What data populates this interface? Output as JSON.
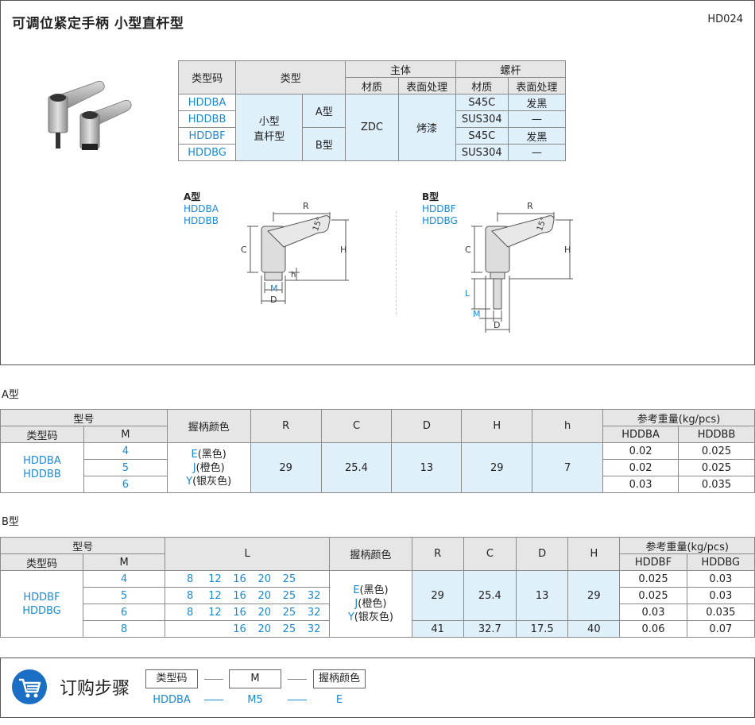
{
  "header": {
    "title": "可调位紧定手柄  小型直杆型",
    "code": "HD024"
  },
  "spec": {
    "h_typecode": "类型码",
    "h_type": "类型",
    "h_body": "主体",
    "h_screw": "螺杆",
    "h_material": "材质",
    "h_surface": "表面处理",
    "h_material2": "材质",
    "h_surface2": "表面处理",
    "codes": [
      "HDDBA",
      "HDDBB",
      "HDDBF",
      "HDDBG"
    ],
    "type_name": "小型\n直杆型",
    "typeA": "A型",
    "typeB": "B型",
    "body_material": "ZDC",
    "body_surface": "烤漆",
    "screw_material": [
      "S45C",
      "SUS304",
      "S45C",
      "SUS304"
    ],
    "screw_surface": [
      "发黑",
      "—",
      "发黑",
      "—"
    ]
  },
  "drawingA": {
    "label": "A型",
    "codes": [
      "HDDBA",
      "HDDBB"
    ],
    "dims": [
      "R",
      "C",
      "H",
      "M",
      "D",
      "h",
      "15°"
    ]
  },
  "drawingB": {
    "label": "B型",
    "codes": [
      "HDDBF",
      "HDDBG"
    ],
    "dims": [
      "R",
      "C",
      "H",
      "L",
      "M",
      "D",
      "15°"
    ]
  },
  "tableA": {
    "section": "A型",
    "h_model": "型号",
    "h_typecode": "类型码",
    "h_m": "M",
    "h_color": "握柄颜色",
    "h_R": "R",
    "h_C": "C",
    "h_D": "D",
    "h_H": "H",
    "h_h": "h",
    "h_weight": "参考重量(kg/pcs)",
    "h_w1": "HDDBA",
    "h_w2": "HDDBB",
    "codes": "HDDBA\nHDDBB",
    "m": [
      "4",
      "5",
      "6"
    ],
    "colors": [
      {
        "k": "E",
        "v": "(黑色)"
      },
      {
        "k": "J",
        "v": "(橙色)"
      },
      {
        "k": "Y",
        "v": "(银灰色)"
      }
    ],
    "R": "29",
    "C": "25.4",
    "D": "13",
    "H": "29",
    "h": "7",
    "w1": [
      "0.02",
      "0.02",
      "0.03"
    ],
    "w2": [
      "0.025",
      "0.025",
      "0.035"
    ]
  },
  "tableB": {
    "section": "B型",
    "h_model": "型号",
    "h_typecode": "类型码",
    "h_m": "M",
    "h_L": "L",
    "h_color": "握柄颜色",
    "h_R": "R",
    "h_C": "C",
    "h_D": "D",
    "h_H": "H",
    "h_weight": "参考重量(kg/pcs)",
    "h_w1": "HDDBF",
    "h_w2": "HDDBG",
    "codes": "HDDBF\nHDDBG",
    "m": [
      "4",
      "5",
      "6",
      "8"
    ],
    "L": [
      [
        "8",
        "12",
        "16",
        "20",
        "25",
        ""
      ],
      [
        "8",
        "12",
        "16",
        "20",
        "25",
        "32"
      ],
      [
        "8",
        "12",
        "16",
        "20",
        "25",
        "32"
      ],
      [
        "",
        "",
        "16",
        "20",
        "25",
        "32"
      ]
    ],
    "colors": [
      {
        "k": "E",
        "v": "(黑色)"
      },
      {
        "k": "J",
        "v": "(橙色)"
      },
      {
        "k": "Y",
        "v": "(银灰色)"
      }
    ],
    "R": [
      "29",
      "41"
    ],
    "C": [
      "25.4",
      "32.7"
    ],
    "D": [
      "13",
      "17.5"
    ],
    "H": [
      "29",
      "40"
    ],
    "w1": [
      "0.025",
      "0.025",
      "0.03",
      "0.06"
    ],
    "w2": [
      "0.03",
      "0.03",
      "0.035",
      "0.07"
    ]
  },
  "order": {
    "title": "订购步骤",
    "boxes": [
      "类型码",
      "M",
      "握柄颜色"
    ],
    "values": [
      "HDDBA",
      "M5",
      "E"
    ]
  }
}
